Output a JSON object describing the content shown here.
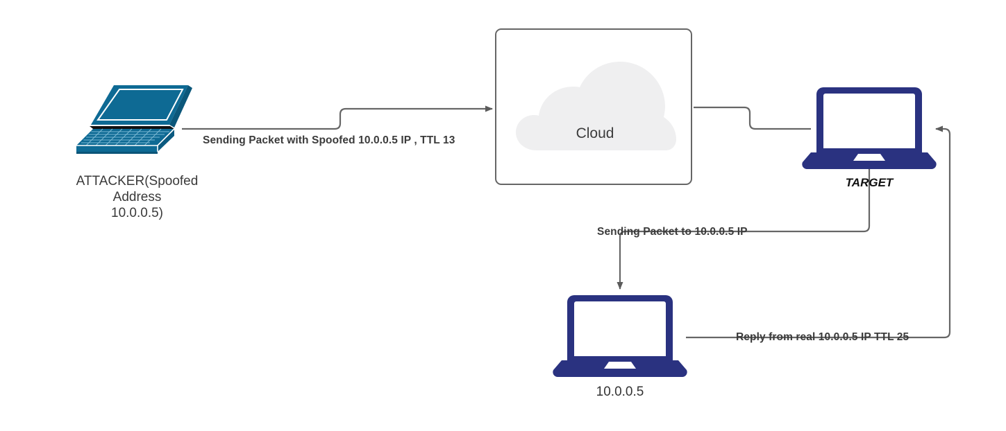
{
  "diagram": {
    "title": "IP Spoofing / TTL Reflection Network Diagram",
    "background": "#ffffff",
    "colors": {
      "attacker_teal": "#0e6a94",
      "laptop_navy": "#2a3280",
      "wire_gray": "#666666",
      "cloud_fill": "#efeff0",
      "box_border": "#666666",
      "text_dark": "#333333"
    }
  },
  "nodes": {
    "attacker": {
      "icon": "laptop-isometric-icon",
      "label": "ATTACKER(Spoofed\nAddress\n10.0.0.5)"
    },
    "cloud": {
      "icon": "cloud-icon",
      "label": "Cloud"
    },
    "target": {
      "icon": "laptop-icon",
      "label": "TARGET"
    },
    "victim": {
      "icon": "laptop-icon",
      "label": "10.0.0.5"
    }
  },
  "edges": {
    "attacker_to_cloud": {
      "label": "Sending Packet with Spoofed 10.0.0.5 IP , TTL 13",
      "arrowhead": "end"
    },
    "cloud_to_target": {
      "label": "",
      "arrowhead": "none"
    },
    "target_to_victim": {
      "label": "Sending Packet to 10.0.0.5 IP",
      "arrowhead": "end"
    },
    "victim_to_target": {
      "label": "Reply from real 10.0.0.5 IP TTL 25",
      "arrowhead": "end"
    }
  }
}
